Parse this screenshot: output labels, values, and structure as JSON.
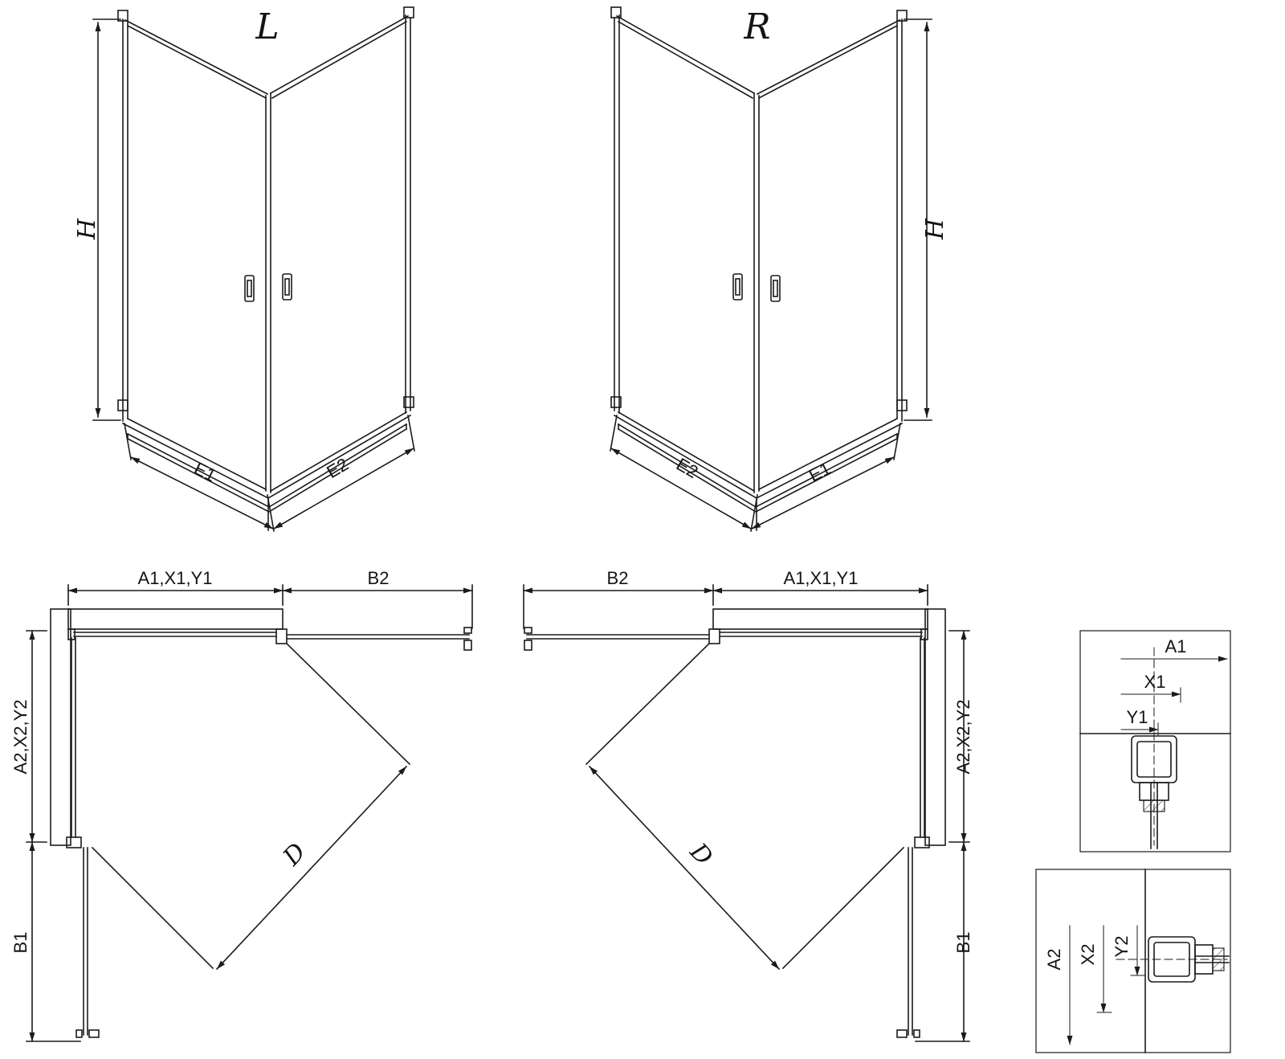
{
  "drawing": {
    "background": "#ffffff",
    "line_color": "#1b1b1b",
    "views": {
      "perspective_left": {
        "title": "L",
        "height_label": "H",
        "bottom_left_label": "E1",
        "bottom_right_label": "E2"
      },
      "perspective_right": {
        "title": "R",
        "height_label": "H",
        "bottom_left_label": "E2",
        "bottom_right_label": "E1"
      },
      "plan_left": {
        "top_span_label": "A1,X1,Y1",
        "top_door_label": "B2",
        "side_span_label": "A2,X2,Y2",
        "side_door_label": "B1",
        "diagonal_label": "D"
      },
      "plan_right": {
        "top_door_label": "B2",
        "top_span_label": "A1,X1,Y1",
        "side_span_label": "A2,X2,Y2",
        "side_door_label": "B1",
        "diagonal_label": "D"
      },
      "detail_top_profile": {
        "dim_outer": "A1",
        "dim_mid": "X1",
        "dim_inner": "Y1"
      },
      "detail_bottom_profile": {
        "dim_outer": "A2",
        "dim_mid": "X2",
        "dim_inner": "Y2"
      }
    }
  }
}
